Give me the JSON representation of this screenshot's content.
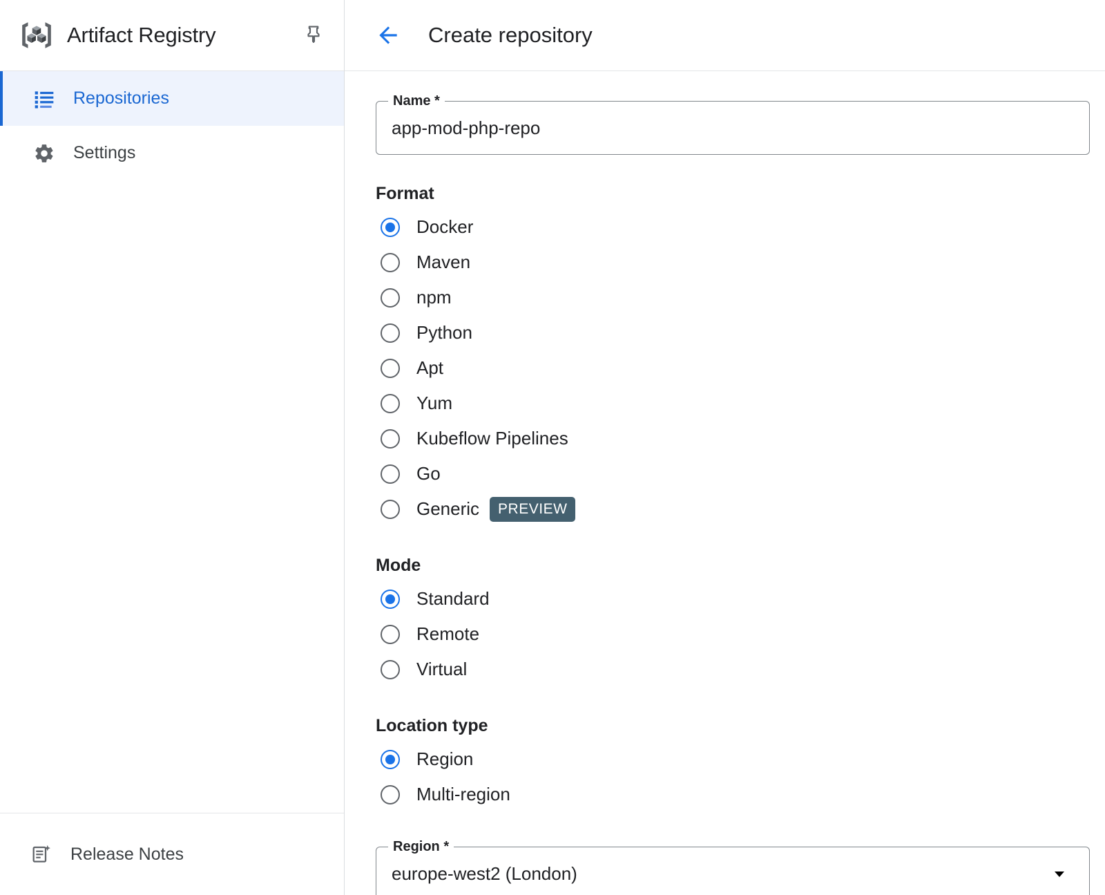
{
  "sidebar": {
    "product_title": "Artifact Registry",
    "logo_icon": "artifact-registry-logo",
    "pin_icon": "pin-icon",
    "items": [
      {
        "label": "Repositories",
        "icon": "list-icon",
        "active": true
      },
      {
        "label": "Settings",
        "icon": "gear-icon",
        "active": false
      }
    ],
    "footer": {
      "label": "Release Notes",
      "icon": "release-notes-icon"
    }
  },
  "header": {
    "back_icon": "arrow-left-icon",
    "title": "Create repository"
  },
  "form": {
    "name_field": {
      "legend": "Name *",
      "value": "app-mod-php-repo",
      "placeholder": ""
    },
    "format": {
      "label": "Format",
      "selected": "Docker",
      "options": [
        {
          "label": "Docker",
          "checked": true
        },
        {
          "label": "Maven",
          "checked": false
        },
        {
          "label": "npm",
          "checked": false
        },
        {
          "label": "Python",
          "checked": false
        },
        {
          "label": "Apt",
          "checked": false
        },
        {
          "label": "Yum",
          "checked": false
        },
        {
          "label": "Kubeflow Pipelines",
          "checked": false
        },
        {
          "label": "Go",
          "checked": false
        },
        {
          "label": "Generic",
          "checked": false,
          "badge": "PREVIEW"
        }
      ]
    },
    "mode": {
      "label": "Mode",
      "selected": "Standard",
      "options": [
        {
          "label": "Standard",
          "checked": true
        },
        {
          "label": "Remote",
          "checked": false
        },
        {
          "label": "Virtual",
          "checked": false
        }
      ]
    },
    "location_type": {
      "label": "Location type",
      "selected": "Region",
      "options": [
        {
          "label": "Region",
          "checked": true
        },
        {
          "label": "Multi-region",
          "checked": false
        }
      ]
    },
    "region_field": {
      "legend": "Region *",
      "value": "europe-west2 (London)",
      "arrow_icon": "chevron-down-icon"
    }
  },
  "colors": {
    "accent_blue": "#1a73e8",
    "nav_active_bg": "#eef3fd",
    "nav_active_text": "#1a67d2",
    "badge_bg": "#44606f",
    "text_primary": "#202124",
    "border": "#dadce0"
  }
}
